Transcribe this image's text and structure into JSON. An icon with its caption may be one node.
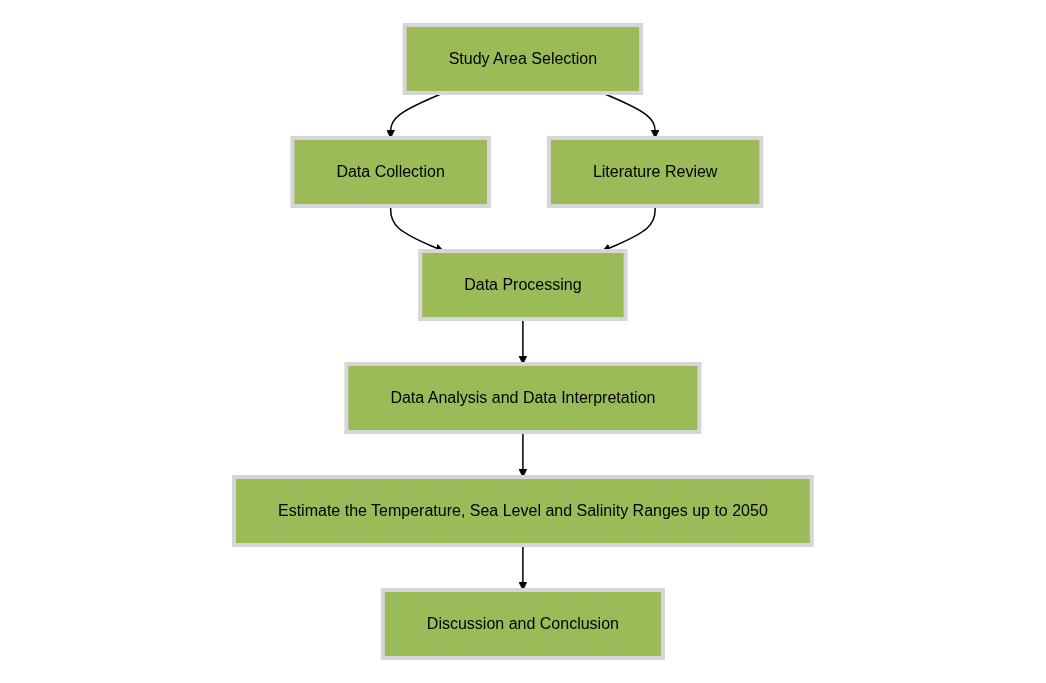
{
  "diagram": {
    "nodes": [
      {
        "text": [
          "Study Area Selection"
        ]
      },
      {
        "text": [
          "Data Collection"
        ]
      },
      {
        "text": [
          "Literature Review"
        ]
      },
      {
        "text": [
          "Data Processing"
        ]
      },
      {
        "text": [
          "Data Analysis and Data Interpretation"
        ]
      },
      {
        "text": [
          "Estimate the Temperature, Sea Level and Salinity Ranges up to 2050"
        ]
      },
      {
        "text": [
          "Discussion and Conclusion"
        ]
      }
    ],
    "edges": [
      {
        "from": 0,
        "to": 1,
        "arrow": "to"
      },
      {
        "from": 0,
        "to": 2,
        "arrow": "to"
      },
      {
        "from": 1,
        "to": 3,
        "arrow": "to"
      },
      {
        "from": 2,
        "to": 3,
        "arrow": "to"
      },
      {
        "from": 3,
        "to": 4,
        "arrow": "to"
      },
      {
        "from": 4,
        "to": 5,
        "arrow": "to"
      },
      {
        "from": 5,
        "to": 6,
        "arrow": "to"
      }
    ]
  }
}
